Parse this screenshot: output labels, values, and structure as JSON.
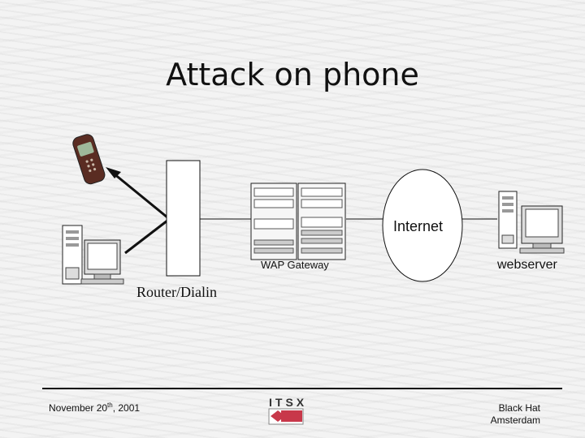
{
  "title": "Attack on phone",
  "diagram": {
    "nodes": {
      "gateway": "WAP Gateway",
      "internet": "Internet",
      "webserver": "webserver",
      "router": "Router/Dialin"
    }
  },
  "footer": {
    "date_main": "November 20",
    "date_sup": "th",
    "date_year": ", 2001",
    "logo": "ITSX",
    "event_line1": "Black Hat",
    "event_line2": "Amsterdam"
  },
  "colors": {
    "line": "#111111",
    "logo_red": "#c8384a"
  }
}
